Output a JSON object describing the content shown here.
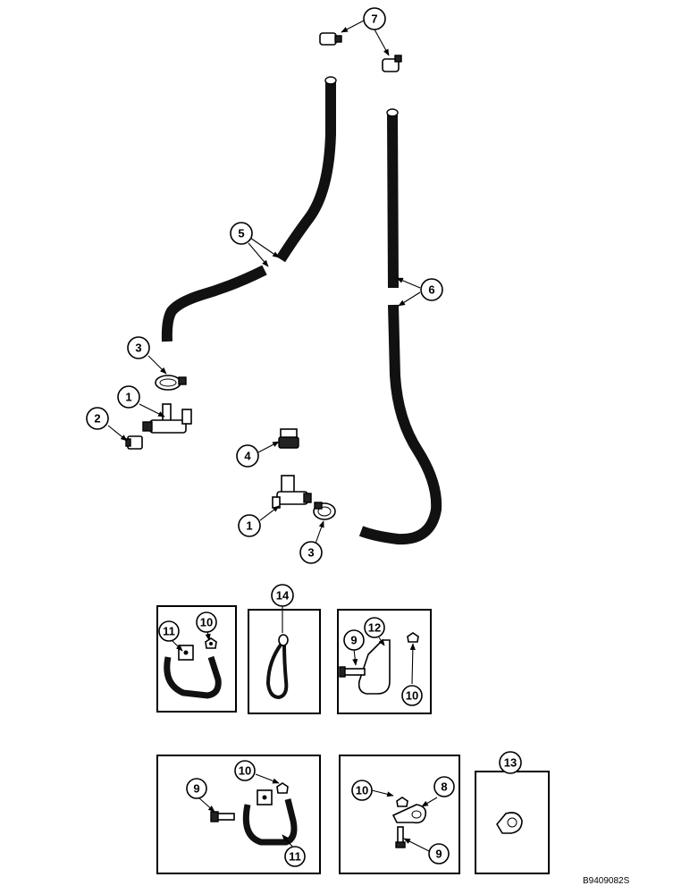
{
  "drawing_code": "B9409082S",
  "callouts": {
    "c7": "7",
    "c5": "5",
    "c6": "6",
    "c3a": "3",
    "c1a": "1",
    "c2": "2",
    "c4": "4",
    "c1b": "1",
    "c3b": "3",
    "c14": "14",
    "c11a": "11",
    "c10a": "10",
    "c9a": "9",
    "c12": "12",
    "c10b": "10",
    "c10c": "10",
    "c9b": "9",
    "c11b": "11",
    "c10d": "10",
    "c8": "8",
    "c9c": "9",
    "c13": "13"
  }
}
